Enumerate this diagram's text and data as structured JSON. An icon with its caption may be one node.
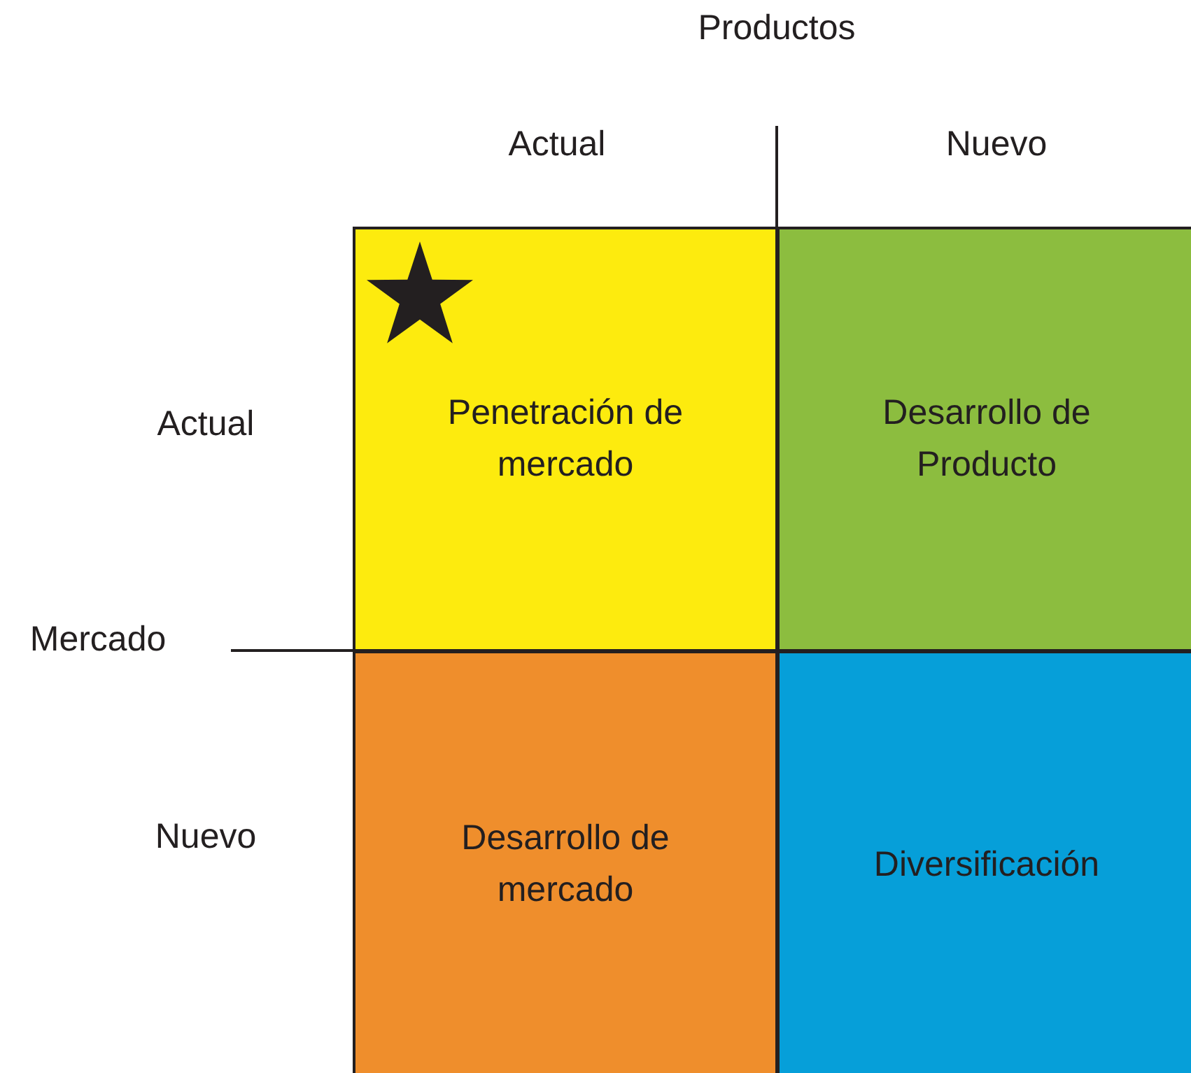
{
  "diagram": {
    "nodes": [
      {
        "text": [
          "Penetración de mercado"
        ]
      },
      {
        "text": [
          "Desarrollo de Producto"
        ]
      },
      {
        "text": [
          "Desarrollo de mercado"
        ]
      },
      {
        "text": [
          "Diversificación"
        ]
      }
    ],
    "labels": [
      "Productos",
      "Actual",
      "Nuevo",
      "Actual",
      "Mercado",
      "Nuevo"
    ]
  }
}
